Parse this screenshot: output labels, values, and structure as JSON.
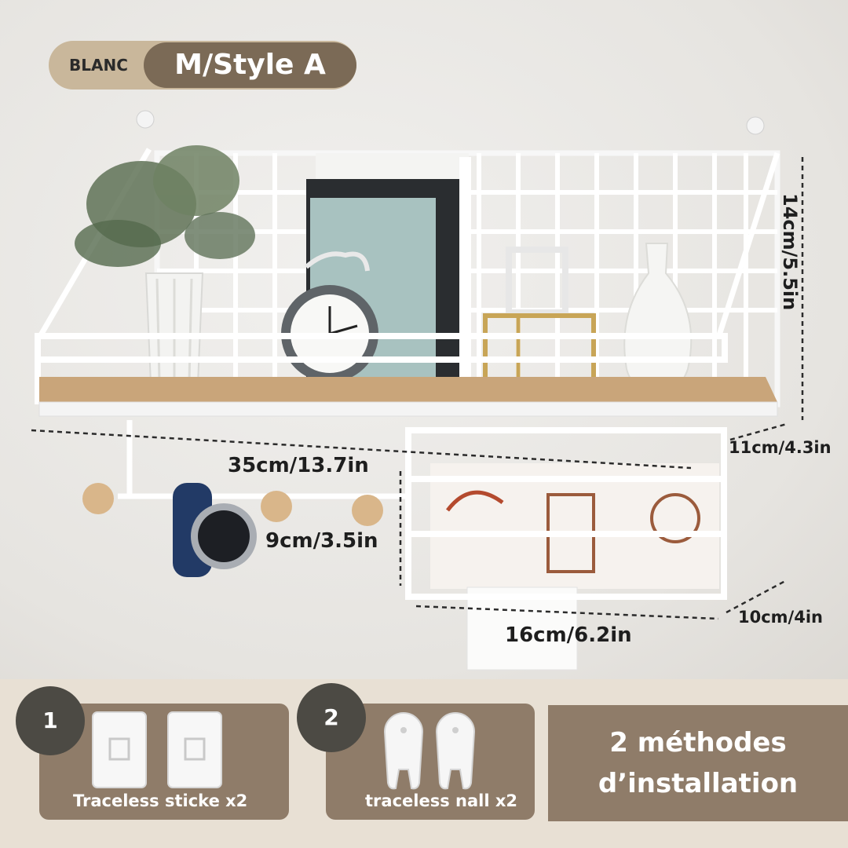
{
  "variant": {
    "color": "BLANC",
    "style": "M/Style A"
  },
  "dimensions": {
    "height": "14cm/5.5in",
    "width_total": "35cm/13.7in",
    "depth_top": "11cm/4.3in",
    "hook_height": "9cm/3.5in",
    "box_width": "16cm/6.2in",
    "box_depth": "10cm/4in"
  },
  "methods": [
    {
      "number": "1",
      "label": "Traceless sticke x2"
    },
    {
      "number": "2",
      "label": "traceless nall x2"
    }
  ],
  "installation_text": "2 méthodes d’installation",
  "colors": {
    "accent_brown": "#8f7c69",
    "pill_tan": "#c9b79b",
    "badge_dark": "#4c4a44",
    "shelf_wood": "#c9a57a"
  }
}
